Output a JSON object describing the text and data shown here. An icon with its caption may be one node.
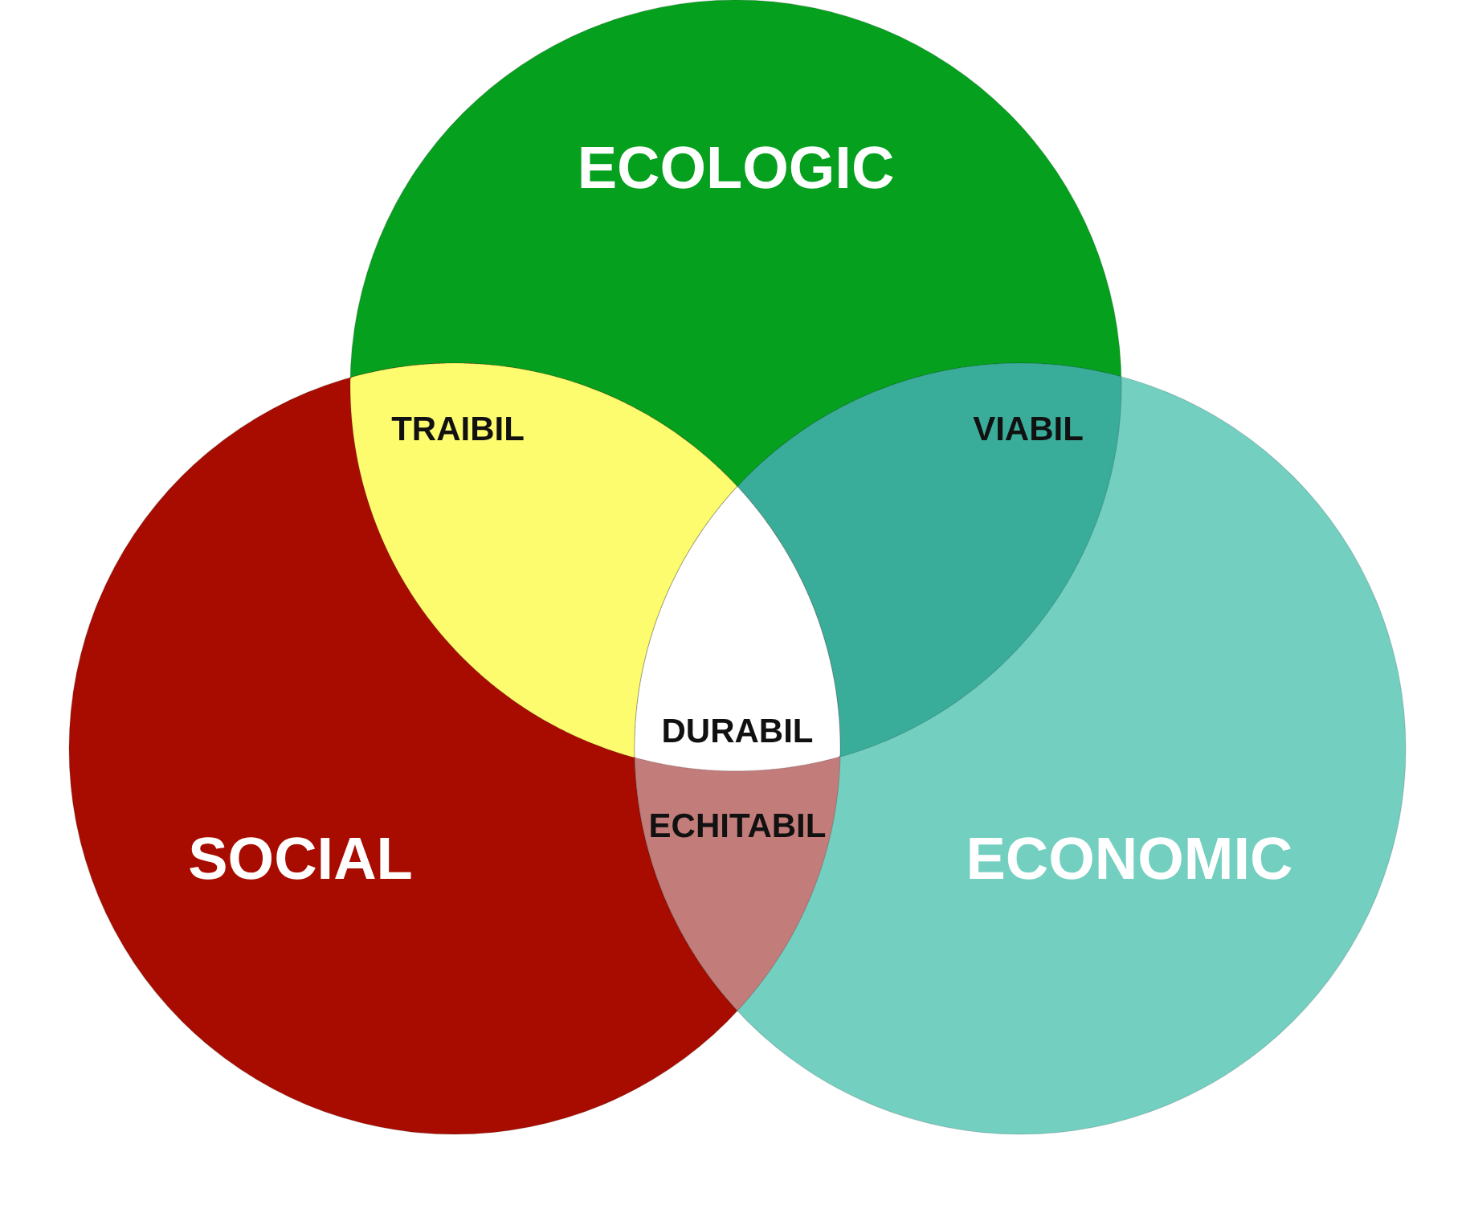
{
  "diagram": {
    "nodes": [
      {
        "text": [
          "ECOLOGIC"
        ]
      },
      {
        "text": [
          "TRAIBIL"
        ]
      },
      {
        "text": [
          "VIABIL"
        ]
      },
      {
        "text": [
          "DURABIL"
        ]
      },
      {
        "text": [
          "ECHITABIL"
        ]
      },
      {
        "text": [
          "SOCIAL"
        ]
      },
      {
        "text": [
          "ECONOMIC"
        ]
      }
    ],
    "edges": []
  }
}
